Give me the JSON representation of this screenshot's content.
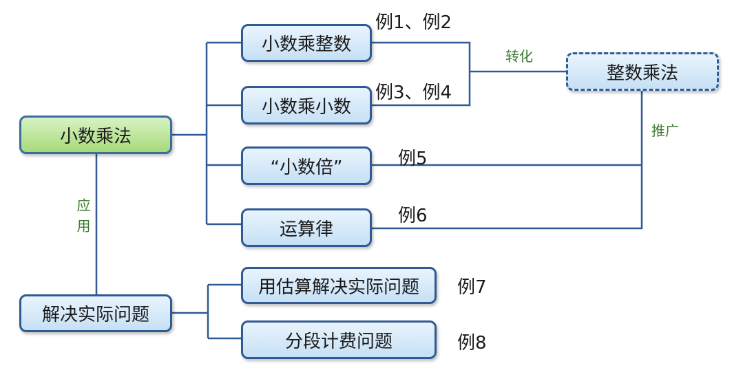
{
  "nodes": {
    "root": "小数乘法",
    "mul_int": "小数乘整数",
    "mul_dec": "小数乘小数",
    "times": "“小数倍”",
    "laws": "运算律",
    "integer_mul": "整数乘法",
    "solve": "解决实际问题",
    "estimate": "用估算解决实际问题",
    "segment": "分段计费问题"
  },
  "examples": {
    "ex12": "例1、例2",
    "ex34": "例3、例4",
    "ex5": "例5",
    "ex6": "例6",
    "ex7": "例7",
    "ex8": "例8"
  },
  "edge_labels": {
    "convert": "转化",
    "extend": "推广",
    "apply": "应用"
  },
  "colors": {
    "line": "#2f5a93",
    "box_fill": "#c6e0f5",
    "root_fill": "#a6da7a",
    "edge_label": "#3a7a2e"
  }
}
